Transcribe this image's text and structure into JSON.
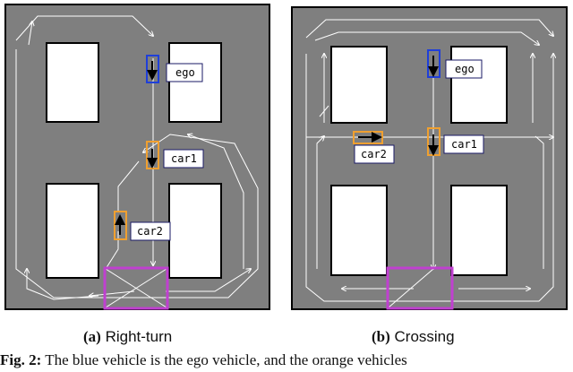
{
  "panels": {
    "a": {
      "letter": "(a)",
      "title": "Right-turn",
      "labels": {
        "ego": "ego",
        "car1": "car1",
        "car2": "car2"
      }
    },
    "b": {
      "letter": "(b)",
      "title": "Crossing",
      "labels": {
        "ego": "ego",
        "car1": "car1",
        "car2": "car2"
      }
    }
  },
  "caption": {
    "label": "Fig. 2:",
    "text": "The blue vehicle is the ego vehicle, and the orange vehicles"
  },
  "colors": {
    "road": "#7f7f7f",
    "block": "#ffffff",
    "ego_box": "#1f3fd9",
    "other_box": "#f0a030",
    "goal_zone": "#c040d0",
    "path": "#ffffff"
  }
}
